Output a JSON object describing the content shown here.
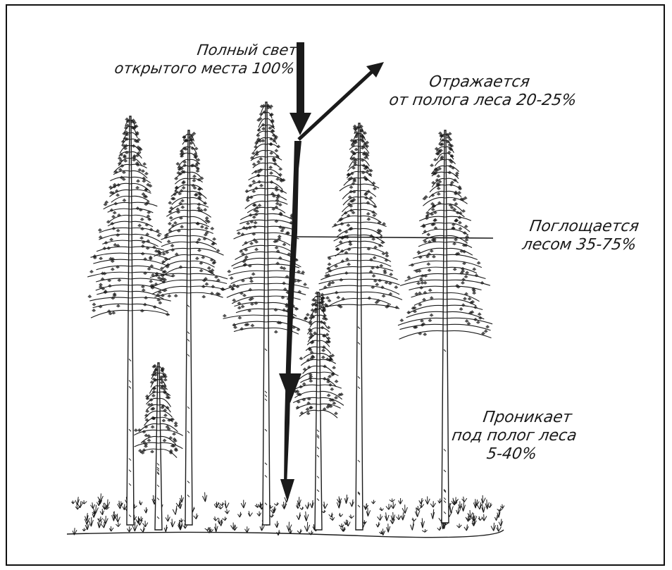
{
  "labels": {
    "full_light": [
      "Полный свет",
      "открытого места 100%"
    ],
    "reflected": [
      "Отражается",
      "от полога леса 20-25%"
    ],
    "absorbed": [
      "Поглощается",
      "лесом 35-75%"
    ],
    "penetrates": [
      "Проникает",
      "под полог леса",
      "5-40%"
    ]
  },
  "colors": {
    "ink": "#1a1a1a",
    "background": "#ffffff"
  }
}
